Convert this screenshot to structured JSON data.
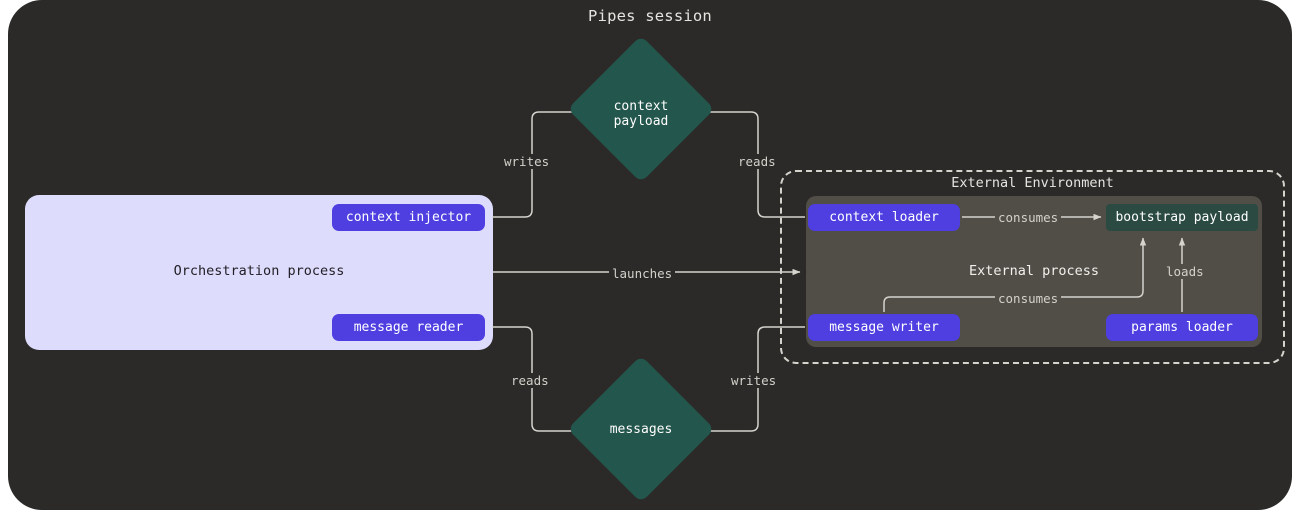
{
  "diagram": {
    "title": "Pipes session",
    "type": "pipes-session-architecture"
  },
  "colors": {
    "background": "#2b2a28",
    "orchestration_panel": "#dedcfc",
    "external_process": "#514e47",
    "node_purple": "#4f3fe0",
    "node_teal": "#2b4a42",
    "diamond_teal": "#23564c",
    "edge_stroke": "#d6d3cd",
    "text_light": "#e6e4e0",
    "text_dark": "#222026"
  },
  "containers": {
    "orchestration": {
      "label": "Orchestration process"
    },
    "external_environment": {
      "label": "External Environment"
    },
    "external_process": {
      "label": "External process"
    }
  },
  "nodes": {
    "context_injector": {
      "label": "context injector",
      "shape": "rounded-rect",
      "color": "purple"
    },
    "message_reader": {
      "label": "message reader",
      "shape": "rounded-rect",
      "color": "purple"
    },
    "context_loader": {
      "label": "context loader",
      "shape": "rounded-rect",
      "color": "purple"
    },
    "message_writer": {
      "label": "message writer",
      "shape": "rounded-rect",
      "color": "purple"
    },
    "params_loader": {
      "label": "params loader",
      "shape": "rounded-rect",
      "color": "purple"
    },
    "bootstrap_payload": {
      "label": "bootstrap payload",
      "shape": "rect",
      "color": "teal"
    },
    "context_payload": {
      "label": "context\npayload",
      "shape": "diamond",
      "color": "teal"
    },
    "messages": {
      "label": "messages",
      "shape": "diamond",
      "color": "teal"
    }
  },
  "edges": [
    {
      "from": "context_injector",
      "to": "context_payload",
      "label": "writes"
    },
    {
      "from": "context_payload",
      "to": "context_loader",
      "label": "reads",
      "direction": "to-diamond-left"
    },
    {
      "from": "orchestration",
      "to": "external_process",
      "label": "launches"
    },
    {
      "from": "message_reader",
      "to": "messages",
      "label": "reads"
    },
    {
      "from": "message_writer",
      "to": "messages",
      "label": "writes"
    },
    {
      "from": "context_loader",
      "to": "bootstrap_payload",
      "label": "consumes"
    },
    {
      "from": "message_writer",
      "to": "bootstrap_payload",
      "label": "consumes"
    },
    {
      "from": "params_loader",
      "to": "bootstrap_payload",
      "label": "loads"
    }
  ]
}
